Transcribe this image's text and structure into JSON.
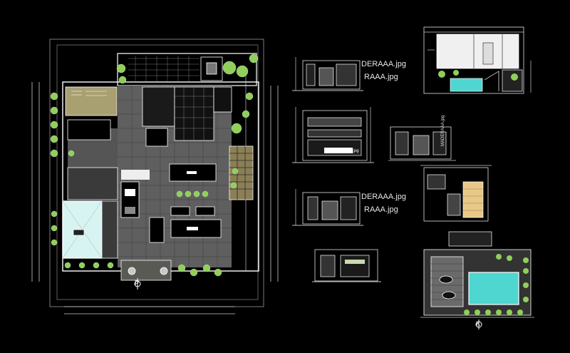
{
  "drawing": {
    "background": "#000000",
    "line_color": "#ffffff",
    "accent_colors": {
      "pool": "#4fd6d0",
      "vegetation": "#8fcf5a",
      "paving": "#9a9a9a",
      "lawn": "#a8a070"
    }
  },
  "labels": {
    "img_ref_1a": "DERAAA.jpg",
    "img_ref_1b": "RAAA.jpg",
    "img_ref_2a": "DERAAA.jpg",
    "img_ref_2b": "RAAA.jpg",
    "section_tag": "MADERAAA.jpg",
    "vertical_tag": "MADERAAA.jpg",
    "north_mark_main": "P",
    "north_mark_pool": "K"
  },
  "icons": {
    "north_main": "north-arrow-icon",
    "north_pool": "north-arrow-icon"
  }
}
